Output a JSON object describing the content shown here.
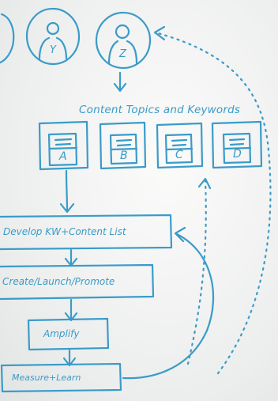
{
  "personas": [
    {
      "letter": "Y"
    },
    {
      "letter": "Z"
    }
  ],
  "topics_heading": "Content Topics and Keywords",
  "topic_cards": [
    {
      "letter": "A"
    },
    {
      "letter": "B"
    },
    {
      "letter": "C"
    },
    {
      "letter": "D"
    }
  ],
  "steps": [
    {
      "label": "Develop KW+Content List"
    },
    {
      "label": "Create/Launch/Promote"
    },
    {
      "label": "Amplify"
    },
    {
      "label": "Measure+Learn"
    }
  ],
  "ink_color": "#3a9bc9"
}
